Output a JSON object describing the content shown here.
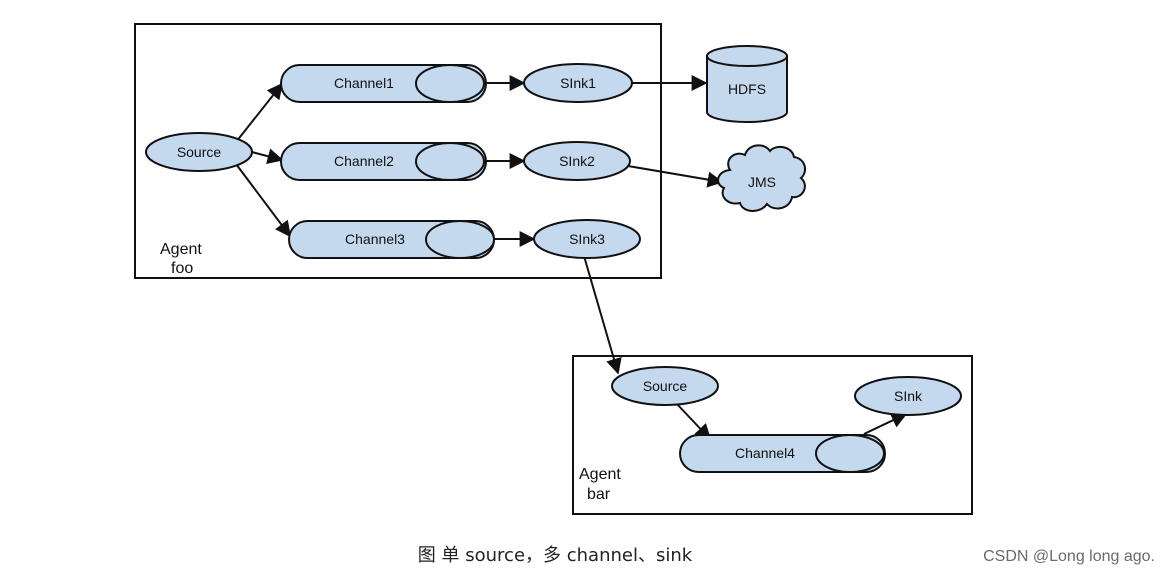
{
  "agent_foo": {
    "label_line1": "Agent",
    "label_line2": "foo",
    "source": "Source",
    "channels": [
      "Channel1",
      "Channel2",
      "Channel3"
    ],
    "sinks": [
      "SInk1",
      "SInk2",
      "SInk3"
    ]
  },
  "external": {
    "hdfs": "HDFS",
    "jms": "JMS"
  },
  "agent_bar": {
    "label_line1": "Agent",
    "label_line2": "bar",
    "source": "Source",
    "channel": "Channel4",
    "sink": "SInk"
  },
  "caption": "图 单 source，多 channel、sink",
  "watermark": "CSDN @Long long ago."
}
